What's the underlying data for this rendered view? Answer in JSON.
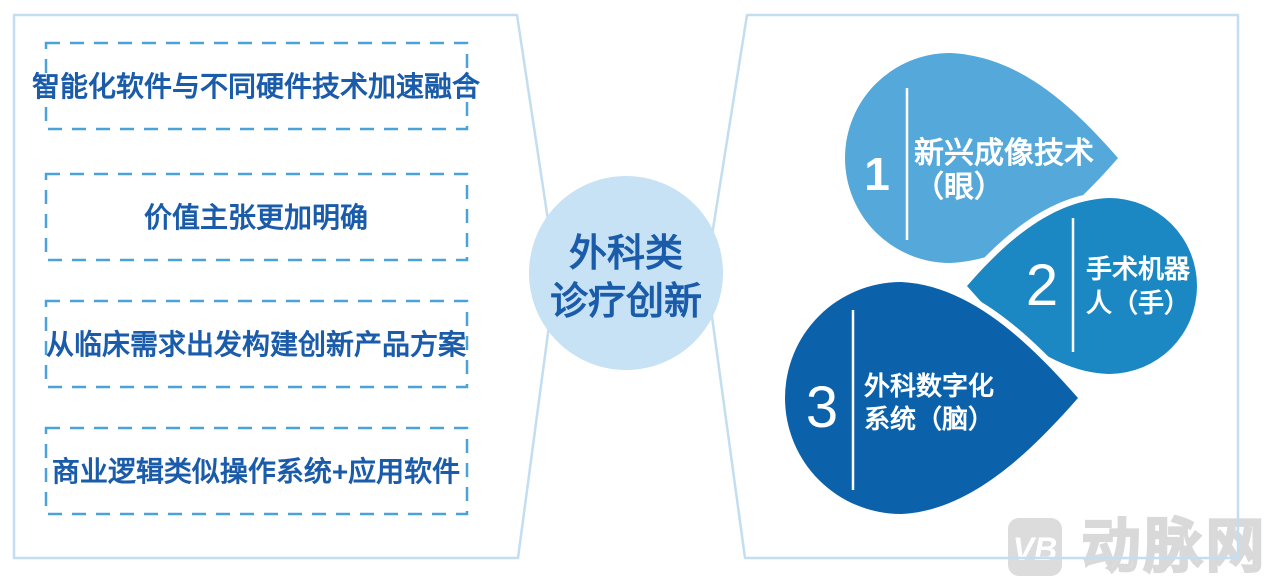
{
  "colors": {
    "panel_border": "#c3ddf1",
    "dash_border": "#4aa2d9",
    "dark_text": "#1b5caa",
    "circle_fill": "#c7e2f5",
    "watermark_gray": "#dcdcdc"
  },
  "left_panel": {
    "boxes": [
      {
        "label": "智能化软件与不同硬件技术加速融合"
      },
      {
        "label": "价值主张更加明确"
      },
      {
        "label": "从临床需求出发构建创新产品方案"
      },
      {
        "label": "商业逻辑类似操作系统+应用软件"
      }
    ]
  },
  "center_circle": {
    "line1": "外科类",
    "line2": "诊疗创新"
  },
  "right_panel": {
    "drops": [
      {
        "number": "1",
        "label_line1": "新兴成像技术",
        "label_line2": "（眼）",
        "color": "#55a8da"
      },
      {
        "number": "2",
        "label_line1": "手术机器",
        "label_line2": "人（手）",
        "color": "#1b87c3"
      },
      {
        "number": "3",
        "label_line1": "外科数字化",
        "label_line2": "系统（脑）",
        "color": "#0b62ab"
      }
    ]
  },
  "watermark": {
    "logo": "VB",
    "text": "动脉网"
  }
}
